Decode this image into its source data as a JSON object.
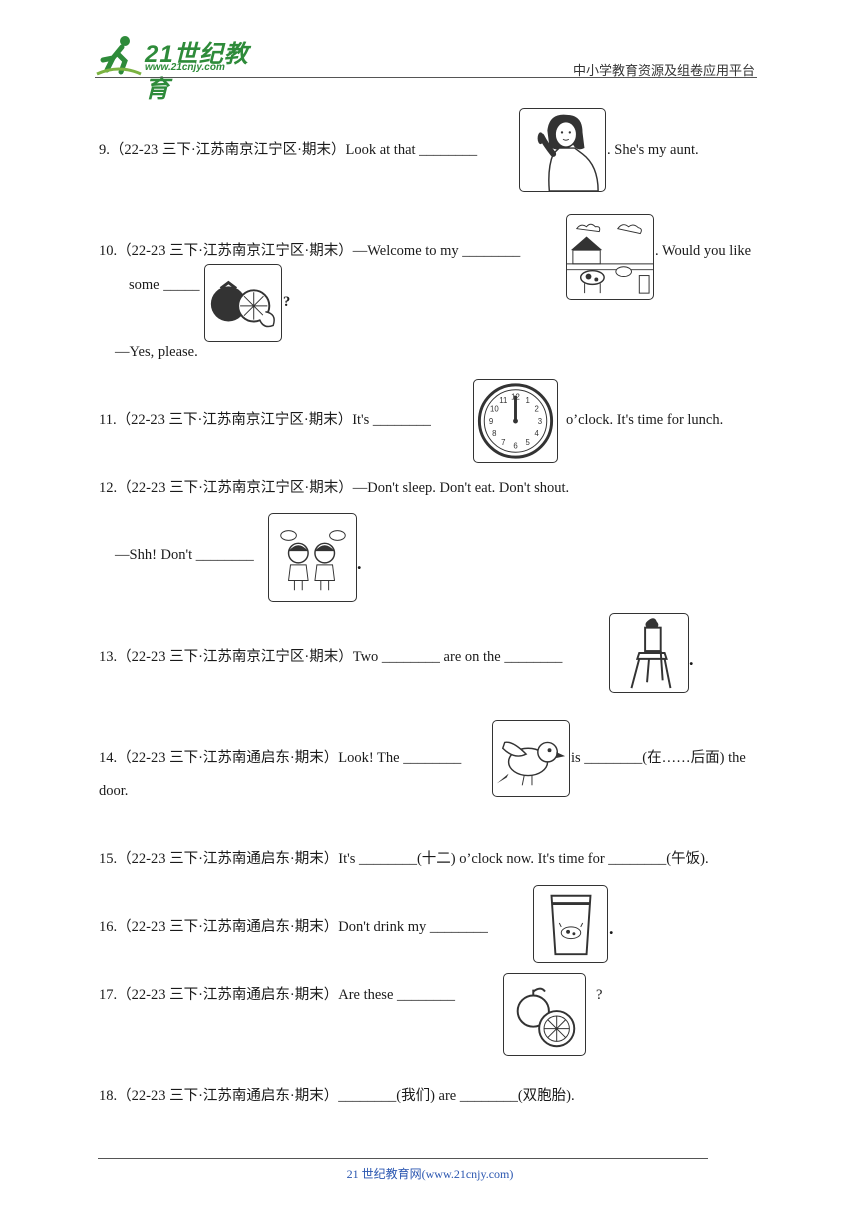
{
  "header": {
    "logo_text": "21世纪教育",
    "logo_url": "www.21cnjy.com",
    "right_text": "中小学教育资源及组卷应用平台"
  },
  "questions": {
    "q9": {
      "head": "9.（22-23 三下·江苏南京江宁区·期末）Look at that ________",
      "tail": ". She's my aunt."
    },
    "q10": {
      "head": "10.（22-23 三下·江苏南京江宁区·期末）—Welcome to my ________",
      "mid": ". Would you like",
      "line2": "some _____",
      "q": "?",
      "answer": "—Yes, please."
    },
    "q11": {
      "head": "11.（22-23 三下·江苏南京江宁区·期末）It's ________",
      "tail": "o’clock. It's time for lunch."
    },
    "q12": {
      "head": "12.（22-23 三下·江苏南京江宁区·期末）—Don't sleep. Don't eat. Don't shout.",
      "answer": "—Shh! Don't ________",
      "tail": "."
    },
    "q13": {
      "head": "13.（22-23 三下·江苏南京江宁区·期末）Two ________ are on the ________",
      "tail": "."
    },
    "q14": {
      "head": "14.（22-23 三下·江苏南通启东·期末）Look! The ________",
      "mid": "is ________(在……后面) the",
      "line2": "door."
    },
    "q15": {
      "head": "15.（22-23 三下·江苏南通启东·期末）It's ________(十二) o’clock now. It's time for ________(午饭)."
    },
    "q16": {
      "head": "16.（22-23 三下·江苏南通启东·期末）Don't drink my ________",
      "tail": "."
    },
    "q17": {
      "head": "17.（22-23 三下·江苏南通启东·期末）Are these ________",
      "tail": "?"
    },
    "q18": {
      "head": "18.（22-23 三下·江苏南通启东·期末）________(我们) are ________(双胞胎)."
    }
  },
  "footer": {
    "text": "21 世纪教育网(www.21cnjy.com)"
  },
  "clock_numbers": [
    "12",
    "1",
    "2",
    "3",
    "4",
    "5",
    "6",
    "7",
    "8",
    "9",
    "10",
    "11"
  ],
  "colors": {
    "brand_green": "#2e8b3a",
    "footer_blue": "#2a56b0"
  }
}
